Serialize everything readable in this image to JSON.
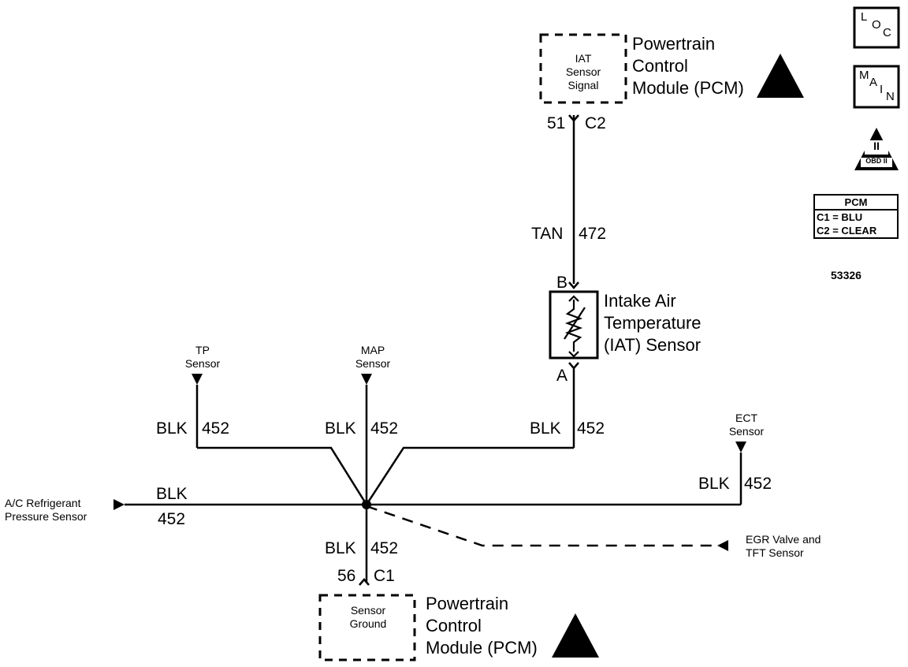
{
  "modules": {
    "top": {
      "pin_label": "IAT\nSensor\nSignal",
      "title_line1": "Powertrain",
      "title_line2": "Control",
      "title_line3": "Module (PCM)",
      "pin": "51",
      "connector": "C2"
    },
    "bottom": {
      "pin_label": "Sensor\nGround",
      "title_line1": "Powertrain",
      "title_line2": "Control",
      "title_line3": "Module (PCM)",
      "pin": "56",
      "connector": "C1"
    }
  },
  "iat_sensor": {
    "line1": "Intake Air",
    "line2": "Temperature",
    "line3": "(IAT) Sensor",
    "terminal_top": "B",
    "terminal_bottom": "A"
  },
  "wires": {
    "signal": {
      "color": "TAN",
      "circuit": "472"
    },
    "ground_color": "BLK",
    "ground_circuit": "452"
  },
  "sensors": {
    "tp": "TP\nSensor",
    "map": "MAP\nSensor",
    "ect": "ECT\nSensor",
    "ac": "A/C Refrigerant\nPressure Sensor",
    "egr": "EGR Valve and\nTFT Sensor"
  },
  "side_icons": {
    "loc": {
      "l": "L",
      "o": "O",
      "c": "C"
    },
    "main": {
      "m": "M",
      "a": "A",
      "i": "I",
      "n": "N"
    },
    "obd": {
      "roman": "II",
      "text": "OBD II"
    }
  },
  "legend": {
    "title": "PCM",
    "row1": "C1 = BLU",
    "row2": "C2 = CLEAR"
  },
  "figure_number": "53326"
}
